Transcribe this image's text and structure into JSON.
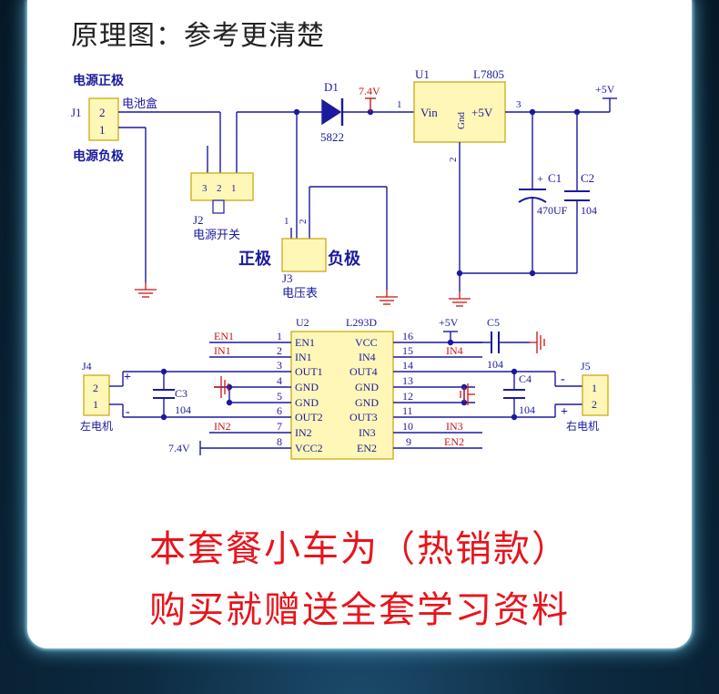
{
  "header": {
    "title": "原理图：参考更清楚"
  },
  "power": {
    "j1": {
      "ref": "J1",
      "pins": [
        "2",
        "1"
      ],
      "pos_label": "电源正极",
      "neg_label": "电源负极",
      "battery": "电池盒"
    },
    "j2": {
      "ref": "J2",
      "pins": [
        "3",
        "2",
        "1"
      ],
      "name": "电源开关"
    },
    "d1": {
      "ref": "D1",
      "part": "5822",
      "voltage": "7.4V"
    },
    "u1": {
      "ref": "U1",
      "part": "L7805",
      "vin": "Vin",
      "vout": "+5V",
      "gnd": "Gnd",
      "pin1": "1",
      "pin2": "2",
      "pin3": "3"
    },
    "out_label": "+5V",
    "c1": {
      "ref": "C1",
      "value": "470UF"
    },
    "c2": {
      "ref": "C2",
      "value": "104"
    },
    "j3": {
      "ref": "J3",
      "pins": [
        "1",
        "2"
      ],
      "name": "电压表",
      "pos": "正极",
      "neg": "负极"
    }
  },
  "driver": {
    "u2": {
      "ref": "U2",
      "part": "L293D"
    },
    "left_pins": [
      {
        "num": "1",
        "name": "EN1",
        "net": "EN1"
      },
      {
        "num": "2",
        "name": "IN1",
        "net": "IN1"
      },
      {
        "num": "3",
        "name": "OUT1",
        "net": ""
      },
      {
        "num": "4",
        "name": "GND",
        "net": ""
      },
      {
        "num": "5",
        "name": "GND",
        "net": ""
      },
      {
        "num": "6",
        "name": "OUT2",
        "net": ""
      },
      {
        "num": "7",
        "name": "IN2",
        "net": "IN2"
      },
      {
        "num": "8",
        "name": "VCC2",
        "net": ""
      }
    ],
    "right_pins": [
      {
        "num": "16",
        "name": "VCC",
        "net": ""
      },
      {
        "num": "15",
        "name": "IN4",
        "net": "IN4"
      },
      {
        "num": "14",
        "name": "OUT4",
        "net": ""
      },
      {
        "num": "13",
        "name": "GND",
        "net": ""
      },
      {
        "num": "12",
        "name": "GND",
        "net": ""
      },
      {
        "num": "11",
        "name": "OUT3",
        "net": ""
      },
      {
        "num": "10",
        "name": "IN3",
        "net": "IN3"
      },
      {
        "num": "9",
        "name": "EN2",
        "net": "EN2"
      }
    ],
    "vcc_label": "+5V",
    "vcc2_label": "7.4V",
    "c5": {
      "ref": "C5",
      "value": "104"
    },
    "c3": {
      "ref": "C3",
      "value": "104"
    },
    "c4": {
      "ref": "C4",
      "value": "104"
    },
    "j4": {
      "ref": "J4",
      "pins": [
        "2",
        "1"
      ],
      "name": "左电机",
      "plus": "+",
      "minus": "-"
    },
    "j5": {
      "ref": "J5",
      "pins": [
        "1",
        "2"
      ],
      "name": "右电机",
      "plus": "+",
      "minus": "-"
    }
  },
  "promo": {
    "line1": "本套餐小车为（热销款）",
    "line2": "购买就赠送全套学习资料"
  },
  "colors": {
    "wire": "#1a1a9e",
    "ground": "#c81414",
    "net_label": "#c81414",
    "component_fill": "#fff7b8",
    "text": "#1a1a9e",
    "promo": "#e8141b"
  }
}
